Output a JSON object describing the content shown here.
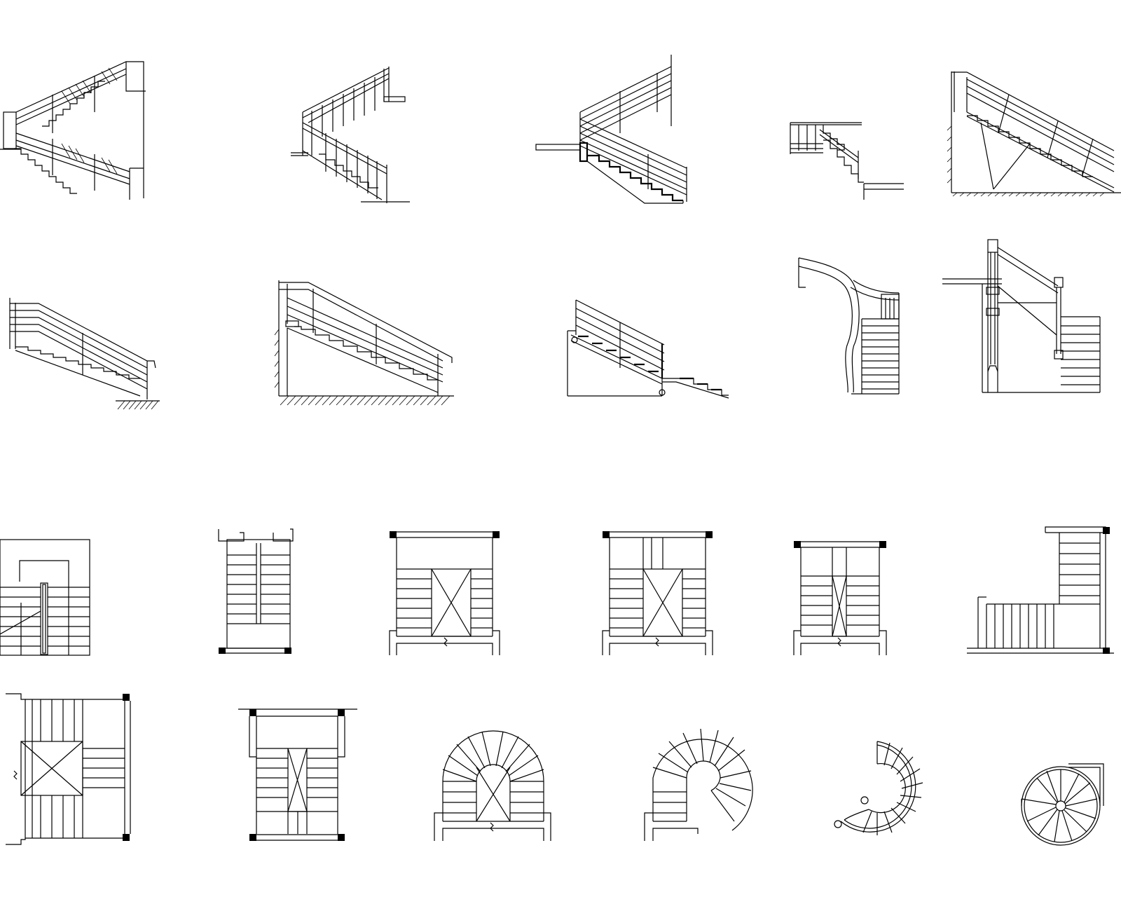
{
  "sheet": {
    "background": "#ffffff",
    "line_color": "#000000",
    "sections": [
      {
        "row": "elevations-top",
        "count": 5
      },
      {
        "row": "elevations-middle",
        "count": 5
      },
      {
        "row": "plans-upper",
        "count": 6
      },
      {
        "row": "plans-lower",
        "count": 6
      }
    ]
  }
}
